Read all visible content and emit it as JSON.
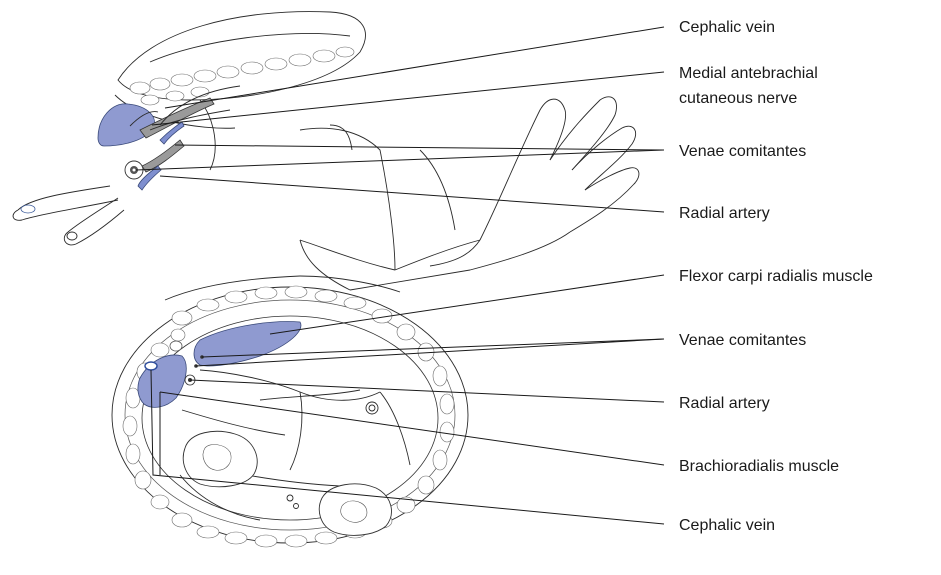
{
  "labels": {
    "cephalic_vein_top": "Cephalic vein",
    "medial_nerve_line1": "Medial antebrachial",
    "medial_nerve_line2": "cutaneous nerve",
    "venae_comitantes_top": "Venae comitantes",
    "radial_artery_top": "Radial artery",
    "flexor_carpi_radialis": "Flexor carpi radialis muscle",
    "venae_comitantes_bottom": "Venae comitantes",
    "radial_artery_bottom": "Radial artery",
    "brachioradialis": "Brachioradialis muscle",
    "cephalic_vein_bottom": "Cephalic vein"
  },
  "colors": {
    "muscle_fill": "#8f9ad0",
    "vein_fill": "#7f8fcf",
    "line": "#1a1a1a"
  }
}
